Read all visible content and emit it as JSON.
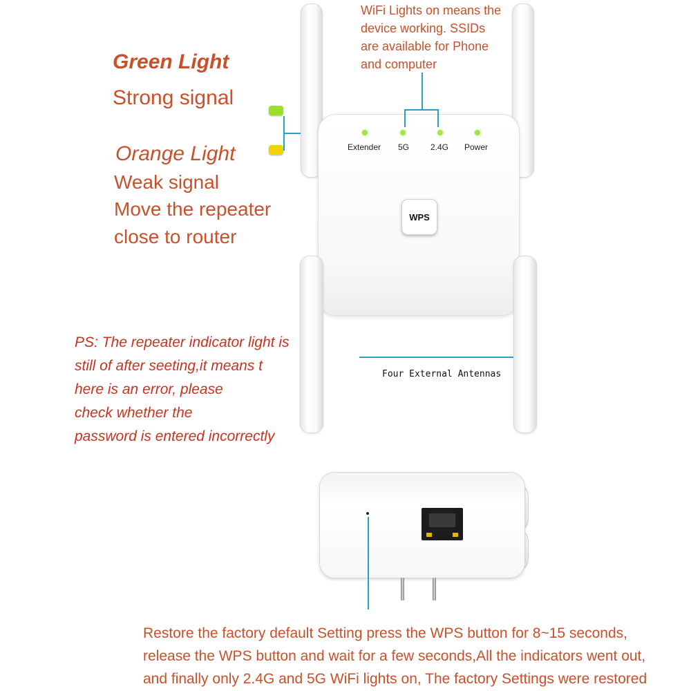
{
  "labels": {
    "green_light": "Green Light",
    "strong_signal": "Strong signal",
    "orange_light": "Orange Light",
    "weak_signal": "Weak signal",
    "move_repeater": "Move the repeater",
    "close_to_router": "close to router"
  },
  "top_note": [
    "WiFi Lights on means the",
    "device working. SSIDs",
    "are available for Phone",
    "and computer"
  ],
  "ps_note": [
    "PS: The repeater indicator light is",
    "still of after seeting,it means t",
    "here is an error, please",
    "check whether the",
    "password is entered incorrectly"
  ],
  "device": {
    "indicators": [
      "Extender",
      "5G",
      "2.4G",
      "Power"
    ],
    "wps_label": "WPS",
    "antenna_label": "Four External Antennas"
  },
  "bottom_note": [
    "Restore the factory default Setting  press the WPS button for 8~15 seconds,",
    "release the WPS button and wait for a few seconds,All the indicators went out,",
    "and finally only 2.4G and 5G WiFi lights on, The factory Settings were restored"
  ],
  "colors": {
    "text_orange": "#c8502a",
    "ps_red": "#c8321f",
    "led_green": "#a6e24a",
    "bullet_green": "#9be02a",
    "bullet_yellow": "#f2d300",
    "callout_line": "#2a9fc4"
  }
}
